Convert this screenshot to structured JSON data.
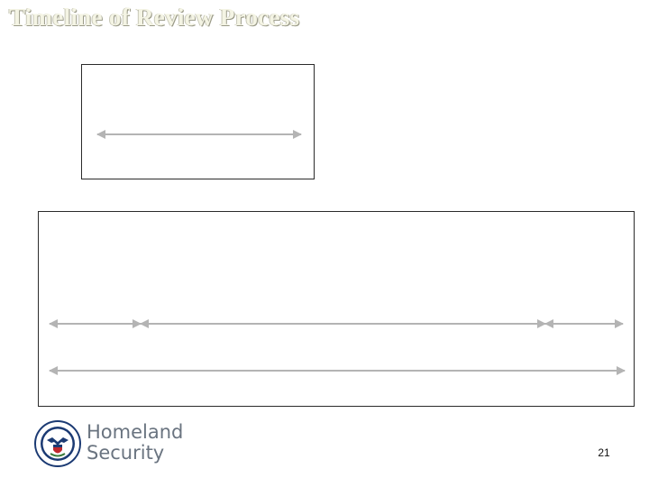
{
  "slide": {
    "title": "Timeline of Review Process",
    "page_number": "21"
  },
  "footer": {
    "logo_icon": "dhs-seal-icon",
    "org_line1": "Homeland",
    "org_line2": "Security"
  },
  "colors": {
    "title_fill": "#f4f4e4",
    "arrow": "#b4b4b4",
    "box_border": "#2b2b2b",
    "seal_blue": "#1b3a73",
    "wordmark": "#6a7480"
  }
}
